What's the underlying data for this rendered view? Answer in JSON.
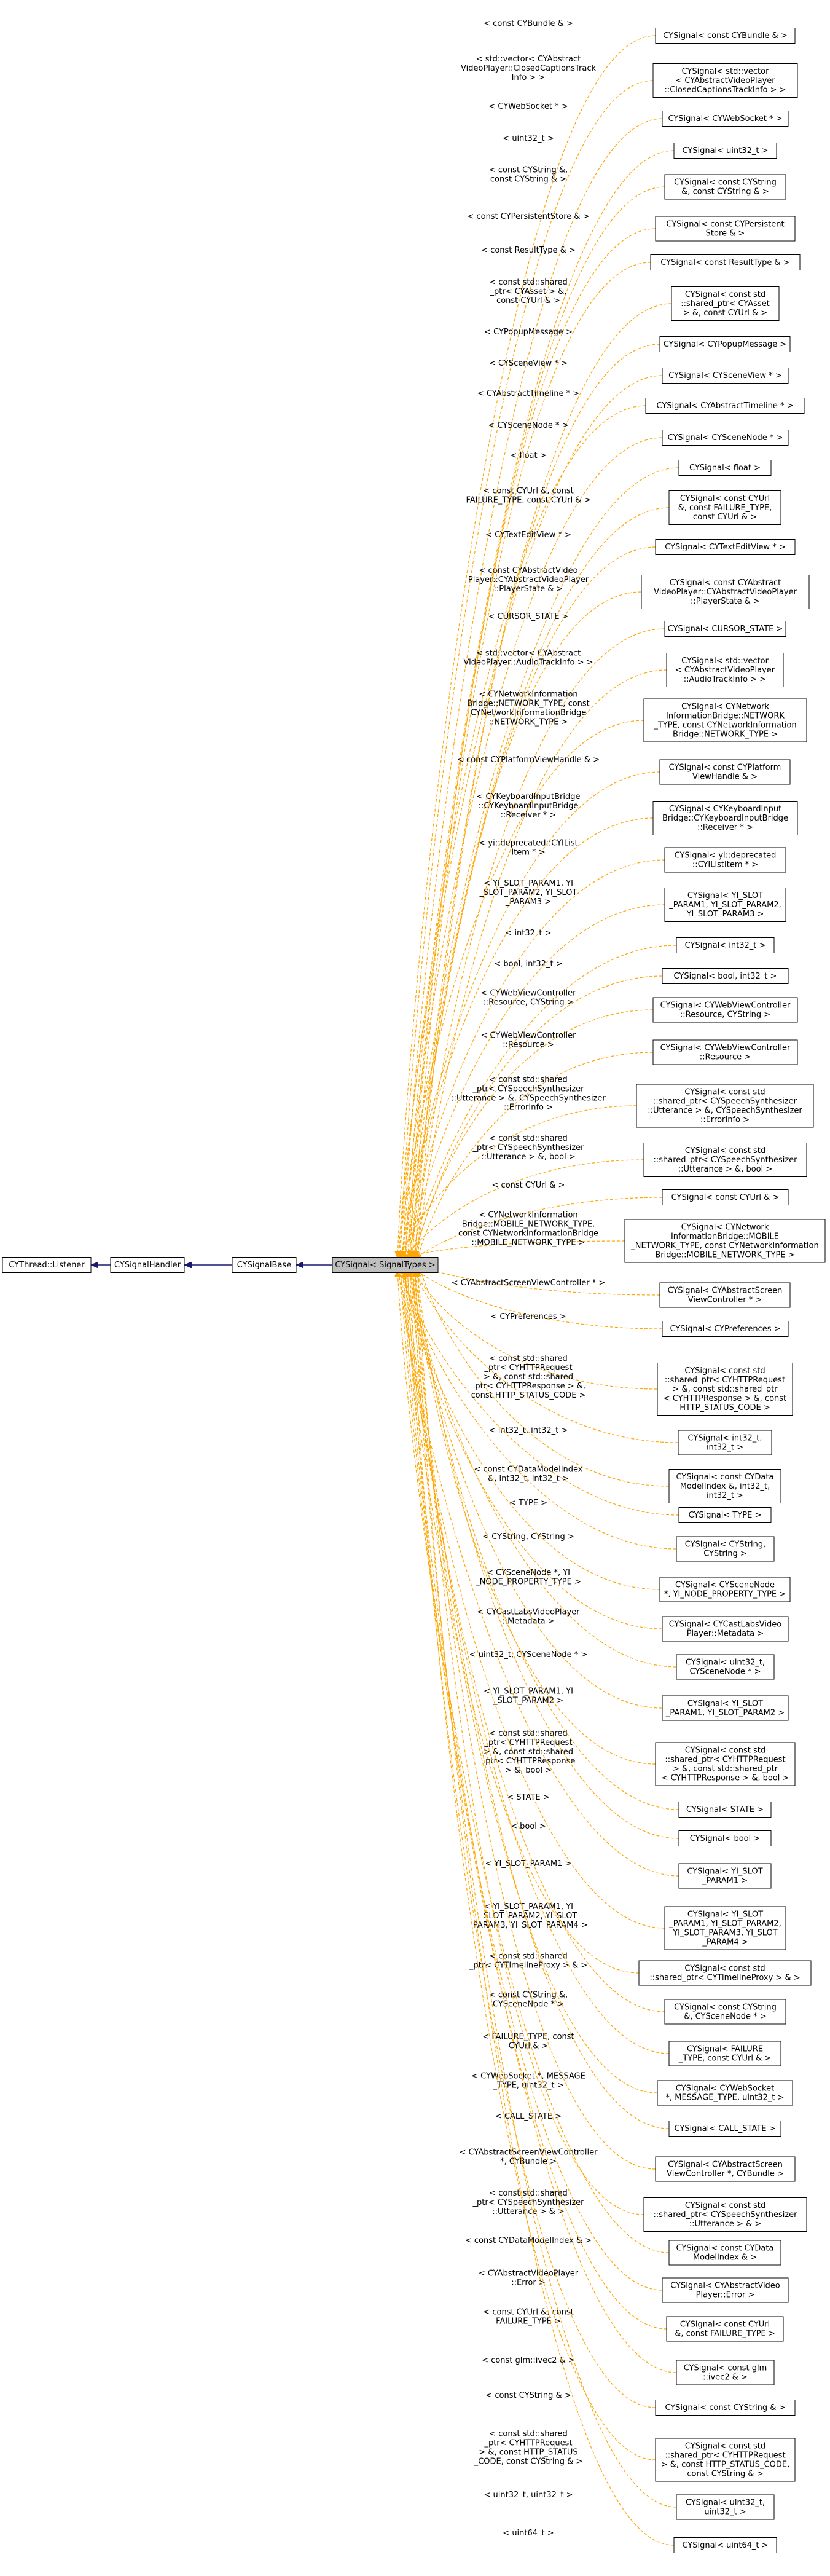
{
  "diagram": {
    "base_classes": [
      {
        "label": "CYThread::Listener"
      },
      {
        "label": "CYSignalHandler"
      },
      {
        "label": "CYSignalBase"
      }
    ],
    "center_class": {
      "label": "CYSignal< SignalTypes >"
    },
    "colors": {
      "background": "#ffffff",
      "box_border": "#000000",
      "highlight_fill": "#bfbfbf",
      "inheritance_arrow": "#191970",
      "template_edge": "#ffa500",
      "text": "#000000"
    },
    "specializations": [
      {
        "edge": [
          "< const CYBundle & >"
        ],
        "box": [
          "CYSignal< const CYBundle & >"
        ]
      },
      {
        "edge": [
          "< std::vector< CYAbstract",
          "VideoPlayer::ClosedCaptionsTrack",
          "Info > >"
        ],
        "box": [
          "CYSignal< std::vector",
          "< CYAbstractVideoPlayer",
          "::ClosedCaptionsTrackInfo > >"
        ]
      },
      {
        "edge": [
          "< CYWebSocket * >"
        ],
        "box": [
          "CYSignal< CYWebSocket * >"
        ]
      },
      {
        "edge": [
          "< uint32_t >"
        ],
        "box": [
          "CYSignal< uint32_t >"
        ]
      },
      {
        "edge": [
          "< const CYString &,",
          "const CYString & >"
        ],
        "box": [
          "CYSignal< const CYString",
          "&, const CYString & >"
        ]
      },
      {
        "edge": [
          "< const CYPersistentStore & >"
        ],
        "box": [
          "CYSignal< const CYPersistent",
          "Store & >"
        ]
      },
      {
        "edge": [
          "< const ResultType & >"
        ],
        "box": [
          "CYSignal< const ResultType & >"
        ]
      },
      {
        "edge": [
          "< const std::shared",
          "_ptr< CYAsset > &,",
          "const CYUrl & >"
        ],
        "box": [
          "CYSignal< const std",
          "::shared_ptr< CYAsset",
          "> &, const CYUrl & >"
        ]
      },
      {
        "edge": [
          "< CYPopupMessage >"
        ],
        "box": [
          "CYSignal< CYPopupMessage >"
        ]
      },
      {
        "edge": [
          "< CYSceneView * >"
        ],
        "box": [
          "CYSignal< CYSceneView * >"
        ]
      },
      {
        "edge": [
          "< CYAbstractTimeline * >"
        ],
        "box": [
          "CYSignal< CYAbstractTimeline * >"
        ]
      },
      {
        "edge": [
          "< CYSceneNode * >"
        ],
        "box": [
          "CYSignal< CYSceneNode * >"
        ]
      },
      {
        "edge": [
          "< float >"
        ],
        "box": [
          "CYSignal< float >"
        ]
      },
      {
        "edge": [
          "< const CYUrl &, const",
          "FAILURE_TYPE, const CYUrl & >"
        ],
        "box": [
          "CYSignal< const CYUrl",
          "&, const FAILURE_TYPE,",
          "const CYUrl & >"
        ]
      },
      {
        "edge": [
          "< CYTextEditView * >"
        ],
        "box": [
          "CYSignal< CYTextEditView * >"
        ]
      },
      {
        "edge": [
          "< const CYAbstractVideo",
          "Player::CYAbstractVideoPlayer",
          "::PlayerState & >"
        ],
        "box": [
          "CYSignal< const CYAbstract",
          "VideoPlayer::CYAbstractVideoPlayer",
          "::PlayerState & >"
        ]
      },
      {
        "edge": [
          "< CURSOR_STATE >"
        ],
        "box": [
          "CYSignal< CURSOR_STATE >"
        ]
      },
      {
        "edge": [
          "< std::vector< CYAbstract",
          "VideoPlayer::AudioTrackInfo > >"
        ],
        "box": [
          "CYSignal< std::vector",
          "< CYAbstractVideoPlayer",
          "::AudioTrackInfo > >"
        ]
      },
      {
        "edge": [
          "< CYNetworkInformation",
          "Bridge::NETWORK_TYPE, const",
          "CYNetworkInformationBridge",
          "::NETWORK_TYPE >"
        ],
        "box": [
          "CYSignal< CYNetwork",
          "InformationBridge::NETWORK",
          "_TYPE, const CYNetworkInformation",
          "Bridge::NETWORK_TYPE >"
        ]
      },
      {
        "edge": [
          "< const CYPlatformViewHandle & >"
        ],
        "box": [
          "CYSignal< const CYPlatform",
          "ViewHandle & >"
        ]
      },
      {
        "edge": [
          "< CYKeyboardInputBridge",
          "::CYKeyboardInputBridge",
          "::Receiver * >"
        ],
        "box": [
          "CYSignal< CYKeyboardInput",
          "Bridge::CYKeyboardInputBridge",
          "::Receiver * >"
        ]
      },
      {
        "edge": [
          "< yi::deprecated::CYIList",
          "Item * >"
        ],
        "box": [
          "CYSignal< yi::deprecated",
          "::CYIListItem * >"
        ]
      },
      {
        "edge": [
          "< YI_SLOT_PARAM1, YI",
          "_SLOT_PARAM2, YI_SLOT",
          "_PARAM3 >"
        ],
        "box": [
          "CYSignal< YI_SLOT",
          "_PARAM1, YI_SLOT_PARAM2,",
          "YI_SLOT_PARAM3 >"
        ]
      },
      {
        "edge": [
          "< int32_t >"
        ],
        "box": [
          "CYSignal< int32_t >"
        ]
      },
      {
        "edge": [
          "< bool, int32_t >"
        ],
        "box": [
          "CYSignal< bool, int32_t >"
        ]
      },
      {
        "edge": [
          "< CYWebViewController",
          "::Resource, CYString >"
        ],
        "box": [
          "CYSignal< CYWebViewController",
          "::Resource, CYString >"
        ]
      },
      {
        "edge": [
          "< CYWebViewController",
          "::Resource >"
        ],
        "box": [
          "CYSignal< CYWebViewController",
          "::Resource >"
        ]
      },
      {
        "edge": [
          "< const std::shared",
          "_ptr< CYSpeechSynthesizer",
          "::Utterance > &, CYSpeechSynthesizer",
          "::ErrorInfo >"
        ],
        "box": [
          "CYSignal< const std",
          "::shared_ptr< CYSpeechSynthesizer",
          "::Utterance > &, CYSpeechSynthesizer",
          "::ErrorInfo >"
        ]
      },
      {
        "edge": [
          "< const std::shared",
          "_ptr< CYSpeechSynthesizer",
          "::Utterance > &, bool >"
        ],
        "box": [
          "CYSignal< const std",
          "::shared_ptr< CYSpeechSynthesizer",
          "::Utterance > &, bool >"
        ]
      },
      {
        "edge": [
          "< const CYUrl & >"
        ],
        "box": [
          "CYSignal< const CYUrl & >"
        ]
      },
      {
        "edge": [
          "< CYNetworkInformation",
          "Bridge::MOBILE_NETWORK_TYPE,",
          "const CYNetworkInformationBridge",
          "::MOBILE_NETWORK_TYPE >"
        ],
        "box": [
          "CYSignal< CYNetwork",
          "InformationBridge::MOBILE",
          "_NETWORK_TYPE, const CYNetworkInformation",
          "Bridge::MOBILE_NETWORK_TYPE >"
        ]
      },
      {
        "edge": [
          "< CYAbstractScreenViewController * >"
        ],
        "box": [
          "CYSignal< CYAbstractScreen",
          "ViewController * >"
        ]
      },
      {
        "edge": [
          "< CYPreferences >"
        ],
        "box": [
          "CYSignal< CYPreferences >"
        ]
      },
      {
        "edge": [
          "< const std::shared",
          "_ptr< CYHTTPRequest",
          "> &, const std::shared",
          "_ptr< CYHTTPResponse > &,",
          "const HTTP_STATUS_CODE >"
        ],
        "box": [
          "CYSignal< const std",
          "::shared_ptr< CYHTTPRequest",
          "> &, const std::shared_ptr",
          "< CYHTTPResponse > &, const",
          "HTTP_STATUS_CODE >"
        ]
      },
      {
        "edge": [
          "< int32_t, int32_t >"
        ],
        "box": [
          "CYSignal< int32_t,",
          "int32_t >"
        ]
      },
      {
        "edge": [
          "< const CYDataModelIndex",
          "&, int32_t, int32_t >"
        ],
        "box": [
          "CYSignal< const CYData",
          "ModelIndex &, int32_t,",
          "int32_t >"
        ]
      },
      {
        "edge": [
          "< TYPE >"
        ],
        "box": [
          "CYSignal< TYPE >"
        ]
      },
      {
        "edge": [
          "< CYString, CYString >"
        ],
        "box": [
          "CYSignal< CYString,",
          "CYString >"
        ]
      },
      {
        "edge": [
          "< CYSceneNode *, YI",
          "_NODE_PROPERTY_TYPE >"
        ],
        "box": [
          "CYSignal< CYSceneNode",
          "*, YI_NODE_PROPERTY_TYPE >"
        ]
      },
      {
        "edge": [
          "< CYCastLabsVideoPlayer",
          "::Metadata >"
        ],
        "box": [
          "CYSignal< CYCastLabsVideo",
          "Player::Metadata >"
        ]
      },
      {
        "edge": [
          "< uint32_t, CYSceneNode * >"
        ],
        "box": [
          "CYSignal< uint32_t,",
          "CYSceneNode * >"
        ]
      },
      {
        "edge": [
          "< YI_SLOT_PARAM1, YI",
          "_SLOT_PARAM2 >"
        ],
        "box": [
          "CYSignal< YI_SLOT",
          "_PARAM1, YI_SLOT_PARAM2 >"
        ]
      },
      {
        "edge": [
          "< const std::shared",
          "_ptr< CYHTTPRequest",
          "> &, const std::shared",
          "_ptr< CYHTTPResponse",
          "> &, bool >"
        ],
        "box": [
          "CYSignal< const std",
          "::shared_ptr< CYHTTPRequest",
          "> &, const std::shared_ptr",
          "< CYHTTPResponse > &, bool >"
        ]
      },
      {
        "edge": [
          "< STATE >"
        ],
        "box": [
          "CYSignal< STATE >"
        ]
      },
      {
        "edge": [
          "< bool >"
        ],
        "box": [
          "CYSignal< bool >"
        ]
      },
      {
        "edge": [
          "< YI_SLOT_PARAM1 >"
        ],
        "box": [
          "CYSignal< YI_SLOT",
          "_PARAM1 >"
        ]
      },
      {
        "edge": [
          "< YI_SLOT_PARAM1, YI",
          "_SLOT_PARAM2, YI_SLOT",
          "_PARAM3, YI_SLOT_PARAM4 >"
        ],
        "box": [
          "CYSignal< YI_SLOT",
          "_PARAM1, YI_SLOT_PARAM2,",
          "YI_SLOT_PARAM3, YI_SLOT",
          "_PARAM4 >"
        ]
      },
      {
        "edge": [
          "< const std::shared",
          "_ptr< CYTimelineProxy > & >"
        ],
        "box": [
          "CYSignal< const std",
          "::shared_ptr< CYTimelineProxy > & >"
        ]
      },
      {
        "edge": [
          "< const CYString &,",
          "CYSceneNode * >"
        ],
        "box": [
          "CYSignal< const CYString",
          "&, CYSceneNode * >"
        ]
      },
      {
        "edge": [
          "< FAILURE_TYPE, const",
          "CYUrl & >"
        ],
        "box": [
          "CYSignal< FAILURE",
          "_TYPE, const CYUrl & >"
        ]
      },
      {
        "edge": [
          "< CYWebSocket *, MESSAGE",
          "_TYPE, uint32_t >"
        ],
        "box": [
          "CYSignal< CYWebSocket",
          "*, MESSAGE_TYPE, uint32_t >"
        ]
      },
      {
        "edge": [
          "< CALL_STATE >"
        ],
        "box": [
          "CYSignal< CALL_STATE >"
        ]
      },
      {
        "edge": [
          "< CYAbstractScreenViewController",
          "*, CYBundle >"
        ],
        "box": [
          "CYSignal< CYAbstractScreen",
          "ViewController *, CYBundle >"
        ]
      },
      {
        "edge": [
          "< const std::shared",
          "_ptr< CYSpeechSynthesizer",
          "::Utterance > & >"
        ],
        "box": [
          "CYSignal< const std",
          "::shared_ptr< CYSpeechSynthesizer",
          "::Utterance > & >"
        ]
      },
      {
        "edge": [
          "< const CYDataModelIndex & >"
        ],
        "box": [
          "CYSignal< const CYData",
          "ModelIndex & >"
        ]
      },
      {
        "edge": [
          "< CYAbstractVideoPlayer",
          "::Error >"
        ],
        "box": [
          "CYSignal< CYAbstractVideo",
          "Player::Error >"
        ]
      },
      {
        "edge": [
          "< const CYUrl &, const",
          "FAILURE_TYPE >"
        ],
        "box": [
          "CYSignal< const CYUrl",
          "&, const FAILURE_TYPE >"
        ]
      },
      {
        "edge": [
          "< const glm::ivec2 & >"
        ],
        "box": [
          "CYSignal< const glm",
          "::ivec2 & >"
        ]
      },
      {
        "edge": [
          "< const CYString & >"
        ],
        "box": [
          "CYSignal< const CYString & >"
        ]
      },
      {
        "edge": [
          "< const std::shared",
          "_ptr< CYHTTPRequest",
          "> &, const HTTP_STATUS",
          "_CODE, const CYString & >"
        ],
        "box": [
          "CYSignal< const std",
          "::shared_ptr< CYHTTPRequest",
          "> &, const HTTP_STATUS_CODE,",
          "const CYString & >"
        ]
      },
      {
        "edge": [
          "< uint32_t, uint32_t >"
        ],
        "box": [
          "CYSignal< uint32_t,",
          "uint32_t >"
        ]
      },
      {
        "edge": [
          "< uint64_t >"
        ],
        "box": [
          "CYSignal< uint64_t >"
        ]
      }
    ]
  }
}
